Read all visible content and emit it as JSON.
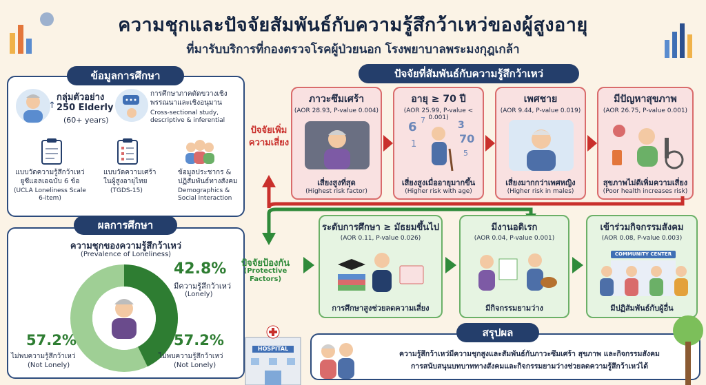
{
  "header": {
    "title": "ความชุกและปัจจัยสัมพันธ์กับความรู้สึกว้าเหว่ของผู้สูงอายุ",
    "subtitle": "ที่มารับบริการที่กองตรวจโรคผู้ป่วยนอก โรงพยาบาลพระมงกุฎเกล้า"
  },
  "study_info": {
    "heading": "ข้อมูลการศึกษา",
    "sample_label": "กลุ่มตัวอย่าง",
    "sample_count": "250 Elderly",
    "sample_age": "(60+ years)",
    "design_th1": "การศึกษาภาคตัดขวางเชิง",
    "design_th2": "พรรณนาและเชิงอนุมาน",
    "design_en1": "Cross-sectional study,",
    "design_en2": "descriptive & inferential",
    "tool1_th1": "แบบวัดความรู้สึกว้าเหว่",
    "tool1_th2": "ยูซีแอลเอฉบับ 6 ข้อ",
    "tool1_en1": "(UCLA Loneliness Scale",
    "tool1_en2": "6-item)",
    "tool2_th1": "แบบวัดความเศร้า",
    "tool2_th2": "ในผู้สูงอายุไทย",
    "tool2_en": "(TGDS-15)",
    "tool3_th1": "ข้อมูลประชากร &",
    "tool3_th2": "ปฏิสัมพันธ์ทางสังคม",
    "tool3_en1": "Demographics &",
    "tool3_en2": "Social Interaction"
  },
  "results": {
    "heading": "ผลการศึกษา",
    "prev_th": "ความชุกของความรู้สึกว้าเหว่",
    "prev_en": "(Prevalence of Loneliness)",
    "lonely_pct": "42.8%",
    "lonely_th": "มีความรู้สึกว้าเหว่",
    "lonely_en": "(Lonely)",
    "notlonely_left_pct": "57.2%",
    "notlonely_left_th": "ไม่พบความรู้สึกว้าเหว่",
    "notlonely_left_en": "(Not Lonely)",
    "notlonely_right_pct": "57.2%",
    "notlonely_right_th": "ไม่พบความรู้สึกว้าเหว่",
    "notlonely_right_en": "(Not Lonely)",
    "lonely_fraction": 0.428
  },
  "factors": {
    "heading": "ปัจจัยที่สัมพันธ์กับความรู้สึกว้าเหว่",
    "risk_label1": "ปัจจัยเพิ่ม",
    "risk_label2": "ความเสี่ยง",
    "protect_label1": "ปัจจัยป้องกัน",
    "protect_label2": "(Protective",
    "protect_label3": "Factors)",
    "risk": [
      {
        "title": "ภาวะซึมเศร้า",
        "stat": "(AOR 28.93, P-value 0.004)",
        "foot_th": "เสี่ยงสูงที่สุด",
        "foot_en": "(Highest risk factor)"
      },
      {
        "title": "อายุ ≥ 70 ปี",
        "stat": "(AOR 25.99, P-value < 0.001)",
        "foot_th": "เสี่ยงสูงเมื่ออายุมากขึ้น",
        "foot_en": "(Higher risk with age)"
      },
      {
        "title": "เพศชาย",
        "stat": "(AOR 9.44, P-value 0.019)",
        "foot_th": "เสี่ยงมากกว่าเพศหญิง",
        "foot_en": "(Higher risk in males)"
      },
      {
        "title": "มีปัญหาสุขภาพ",
        "stat": "(AOR 26.75, P-value 0.001)",
        "foot_th": "สุขภาพไม่ดีเพิ่มความเสี่ยง",
        "foot_en": "(Poor health increases risk)"
      }
    ],
    "age_numbers": [
      "6",
      "7",
      "3",
      "70",
      "1",
      "5"
    ],
    "protect": [
      {
        "title": "ระดับการศึกษา ≥ มัธยมขึ้นไป",
        "stat": "(AOR 0.11, P-value 0.026)",
        "foot_th": "การศึกษาสูงช่วยลดความเสี่ยง"
      },
      {
        "title": "มีงานอดิเรก",
        "stat": "(AOR 0.04, P-value 0.001)",
        "foot_th": "มีกิจกรรมยามว่าง"
      },
      {
        "title": "เข้าร่วมกิจกรรมสังคม",
        "stat": "(AOR 0.08, P-value 0.003)",
        "foot_th": "มีปฏิสัมพันธ์กับผู้อื่น",
        "sign": "COMMUNITY CENTER"
      }
    ]
  },
  "conclusion": {
    "heading": "สรุปผล",
    "line1": "ความรู้สึกว้าเหว่มีความชุกสูงและสัมพันธ์กับภาวะซึมเศร้า สุขภาพ และกิจกรรมสังคม",
    "line2": "การสนับสนุนบทบาททางสังคมและกิจกรรมยามว่างช่วยลดความรู้สึกว้าเหว่ได้"
  },
  "hospital_sign": "HOSPITAL",
  "colors": {
    "navy": "#243e6b",
    "risk_red": "#c9302c",
    "protect_green": "#2f8a3a",
    "lonely_green": "#2e7d32",
    "not_lonely_green": "#9fcf95"
  }
}
